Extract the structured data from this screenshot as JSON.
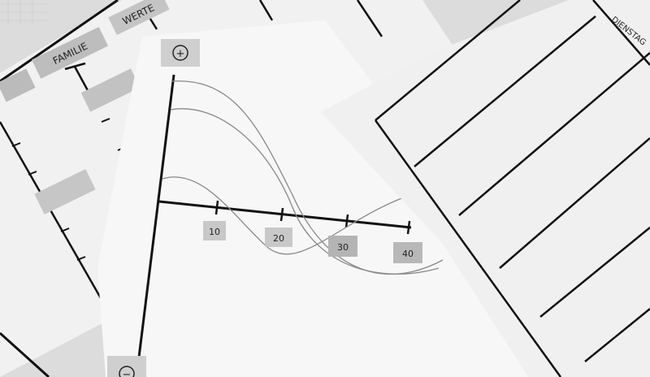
{
  "photo": {
    "left_sheet": {
      "labels": [
        "FAMILIE",
        "WERTE"
      ]
    },
    "graph_sheet": {
      "top_symbol": "+",
      "bottom_symbol": "−",
      "x_ticks": [
        "10",
        "20",
        "30",
        "40"
      ]
    },
    "calendar_sheet": {
      "column_header": "DIENSTAG"
    },
    "tone": "grayscale"
  }
}
